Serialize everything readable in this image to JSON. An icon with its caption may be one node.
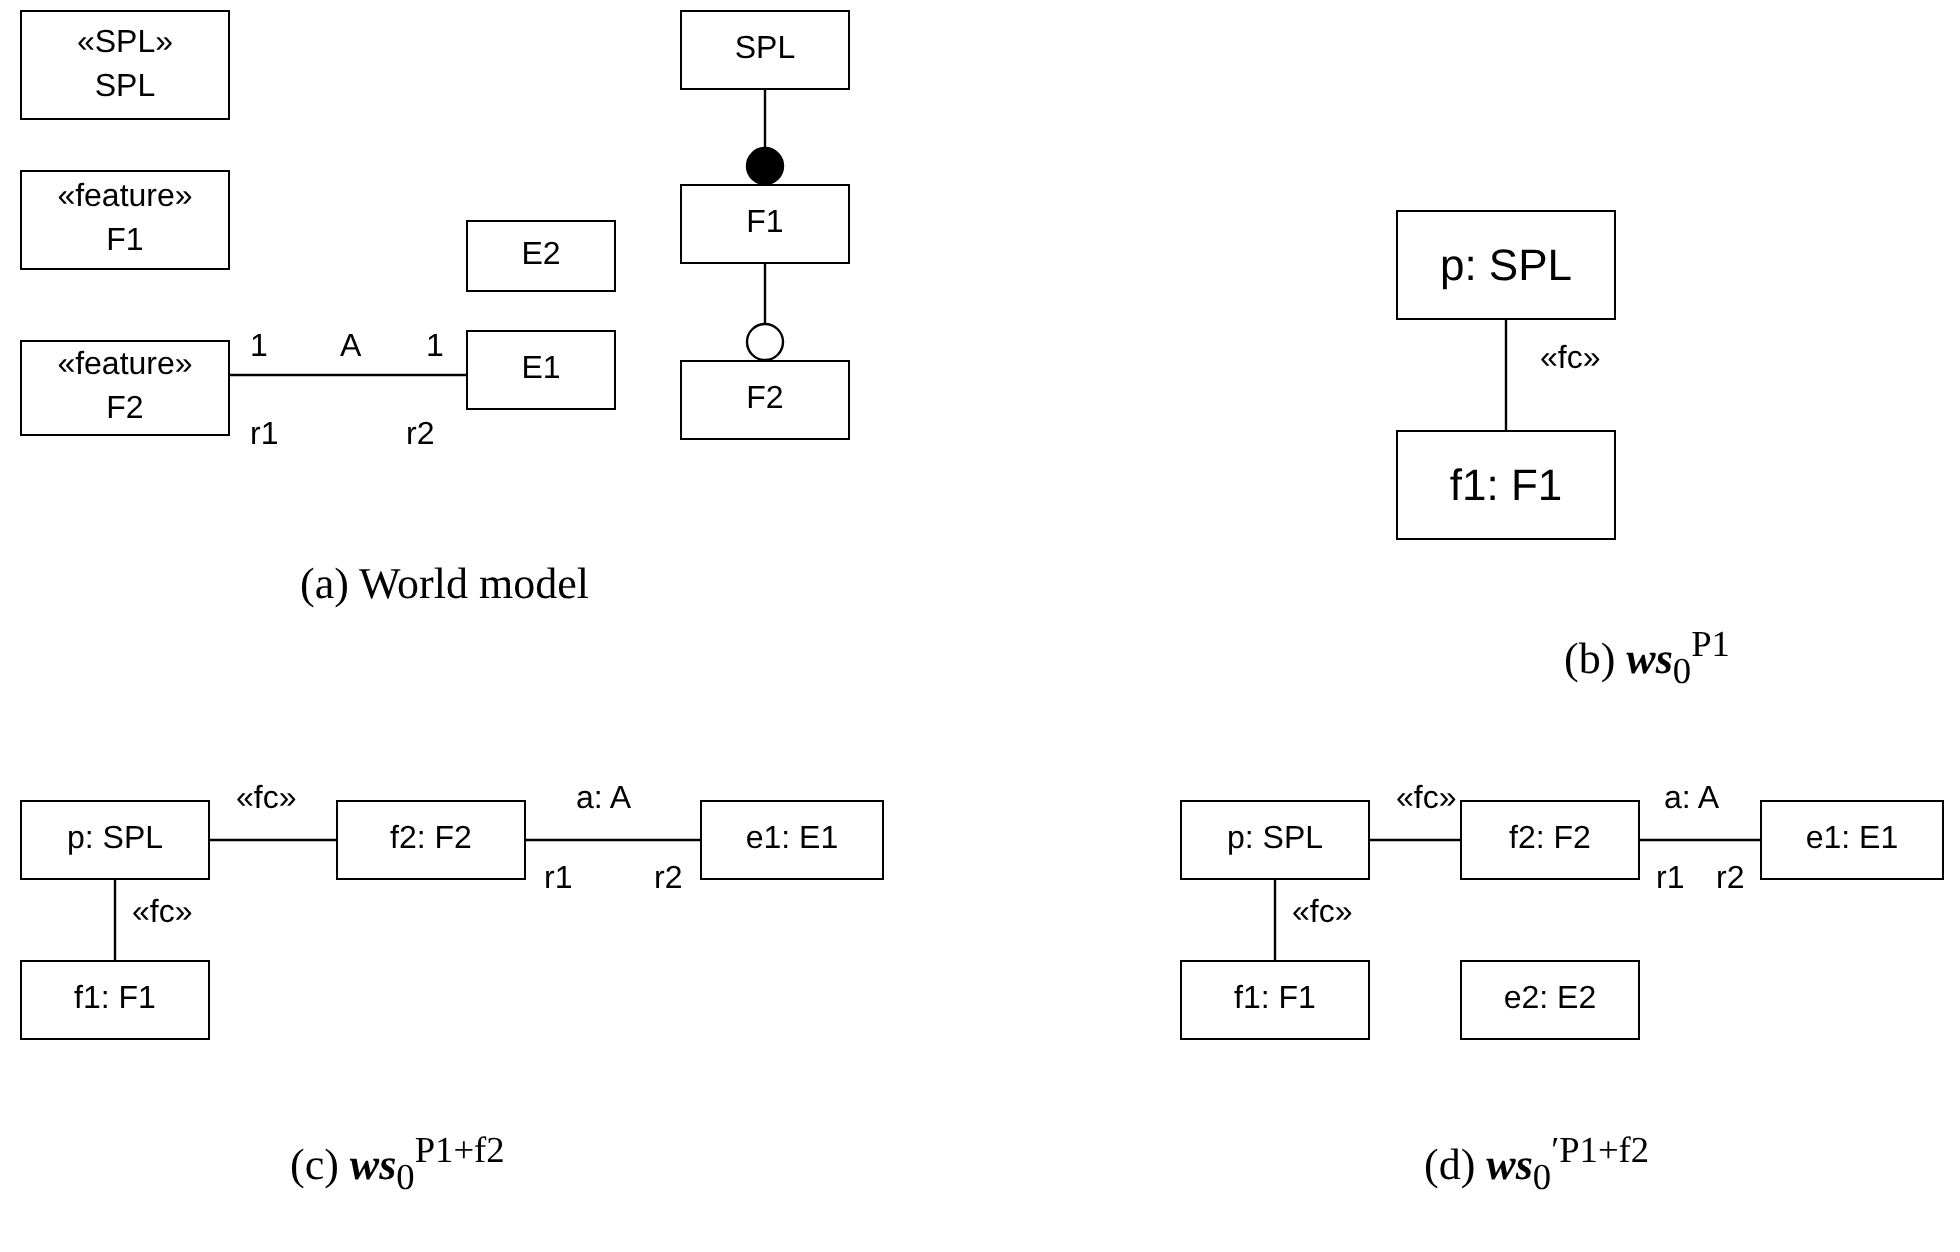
{
  "diagram": {
    "nodes": [
      {
        "text": [
          "«SPL»",
          "SPL"
        ]
      },
      {
        "text": [
          "«feature»",
          "F1"
        ]
      },
      {
        "text": [
          "«feature»",
          "F2"
        ]
      },
      {
        "text": [
          "E2"
        ]
      },
      {
        "text": [
          "E1"
        ]
      },
      {
        "text": [
          "SPL"
        ]
      },
      {
        "text": [
          "F1"
        ]
      },
      {
        "text": [
          "F2"
        ]
      },
      {
        "text": [
          "p: SPL"
        ]
      },
      {
        "text": [
          "f1: F1"
        ]
      },
      {
        "text": [
          "p: SPL"
        ]
      },
      {
        "text": [
          "f2: F2"
        ]
      },
      {
        "text": [
          "e1: E1"
        ]
      },
      {
        "text": [
          "f1: F1"
        ]
      },
      {
        "text": [
          "p: SPL"
        ]
      },
      {
        "text": [
          "f2: F2"
        ]
      },
      {
        "text": [
          "e1: E1"
        ]
      },
      {
        "text": [
          "f1: F1"
        ]
      },
      {
        "text": [
          "e2: E2"
        ]
      }
    ],
    "edges": [
      {
        "from": 2,
        "to": 4,
        "arrow": "none",
        "label": "A"
      },
      {
        "from": 5,
        "to": 6,
        "arrow": "other"
      },
      {
        "from": 6,
        "to": 7,
        "arrow": "other"
      },
      {
        "from": 8,
        "to": 9,
        "arrow": "none",
        "label": "«fc»"
      },
      {
        "from": 10,
        "to": 11,
        "arrow": "none",
        "label": "«fc»"
      },
      {
        "from": 11,
        "to": 12,
        "arrow": "none",
        "label": "a: A"
      },
      {
        "from": 10,
        "to": 13,
        "arrow": "none",
        "label": "«fc»"
      },
      {
        "from": 14,
        "to": 15,
        "arrow": "none",
        "label": "«fc»"
      },
      {
        "from": 15,
        "to": 16,
        "arrow": "none",
        "label": "a: A"
      },
      {
        "from": 14,
        "to": 17,
        "arrow": "none",
        "label": "«fc»"
      }
    ],
    "labels": [
      "1",
      "1",
      "r1",
      "r2",
      "(a) World model",
      "(b) **ws**$_{0}$$^{P1}$",
      "r1",
      "r2",
      "(c) **ws**$_{0}$$^{P1+f2}$",
      "r1",
      "r2",
      "(d) **ws**$_{0}$$^{′P1+f2}$"
    ]
  }
}
